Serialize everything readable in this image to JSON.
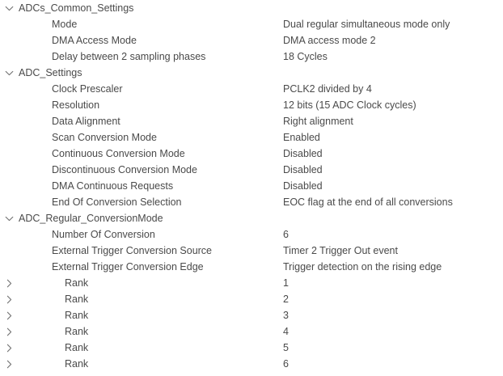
{
  "tree": {
    "rows": [
      {
        "kind": "group",
        "expanded": true,
        "icon": "chevron-down-icon",
        "label": "ADCs_Common_Settings",
        "value": ""
      },
      {
        "kind": "leaf",
        "expanded": null,
        "icon": "",
        "label": "Mode",
        "value": "Dual regular simultaneous mode only"
      },
      {
        "kind": "leaf",
        "expanded": null,
        "icon": "",
        "label": "DMA Access Mode",
        "value": "DMA access mode 2"
      },
      {
        "kind": "leaf",
        "expanded": null,
        "icon": "",
        "label": "Delay between 2 sampling phases",
        "value": "18 Cycles"
      },
      {
        "kind": "group",
        "expanded": true,
        "icon": "chevron-down-icon",
        "label": "ADC_Settings",
        "value": ""
      },
      {
        "kind": "leaf",
        "expanded": null,
        "icon": "",
        "label": "Clock Prescaler",
        "value": "PCLK2 divided by 4"
      },
      {
        "kind": "leaf",
        "expanded": null,
        "icon": "",
        "label": "Resolution",
        "value": "12 bits (15 ADC Clock cycles)"
      },
      {
        "kind": "leaf",
        "expanded": null,
        "icon": "",
        "label": "Data Alignment",
        "value": "Right alignment"
      },
      {
        "kind": "leaf",
        "expanded": null,
        "icon": "",
        "label": "Scan Conversion Mode",
        "value": "Enabled"
      },
      {
        "kind": "leaf",
        "expanded": null,
        "icon": "",
        "label": "Continuous Conversion Mode",
        "value": "Disabled"
      },
      {
        "kind": "leaf",
        "expanded": null,
        "icon": "",
        "label": "Discontinuous Conversion Mode",
        "value": "Disabled"
      },
      {
        "kind": "leaf",
        "expanded": null,
        "icon": "",
        "label": "DMA Continuous Requests",
        "value": "Disabled"
      },
      {
        "kind": "leaf",
        "expanded": null,
        "icon": "",
        "label": "End Of Conversion Selection",
        "value": "EOC flag at the end of all conversions"
      },
      {
        "kind": "group",
        "expanded": true,
        "icon": "chevron-down-icon",
        "label": "ADC_Regular_ConversionMode",
        "value": ""
      },
      {
        "kind": "leaf",
        "expanded": null,
        "icon": "",
        "label": "Number Of Conversion",
        "value": "6"
      },
      {
        "kind": "leaf",
        "expanded": null,
        "icon": "",
        "label": "External Trigger Conversion Source",
        "value": "Timer 2 Trigger Out event"
      },
      {
        "kind": "leaf",
        "expanded": null,
        "icon": "",
        "label": "External Trigger Conversion Edge",
        "value": "Trigger detection on the rising edge"
      },
      {
        "kind": "subgroup",
        "expanded": false,
        "icon": "chevron-right-icon",
        "label": "Rank",
        "value": "1"
      },
      {
        "kind": "subgroup",
        "expanded": false,
        "icon": "chevron-right-icon",
        "label": "Rank",
        "value": "2"
      },
      {
        "kind": "subgroup",
        "expanded": false,
        "icon": "chevron-right-icon",
        "label": "Rank",
        "value": "3"
      },
      {
        "kind": "subgroup",
        "expanded": false,
        "icon": "chevron-right-icon",
        "label": "Rank",
        "value": "4"
      },
      {
        "kind": "subgroup",
        "expanded": false,
        "icon": "chevron-right-icon",
        "label": "Rank",
        "value": "5"
      },
      {
        "kind": "subgroup",
        "expanded": false,
        "icon": "chevron-right-icon",
        "label": "Rank",
        "value": "6"
      }
    ]
  },
  "colors": {
    "background": "#ffffff",
    "text": "#4a4a4a",
    "twisty": "#707070"
  }
}
